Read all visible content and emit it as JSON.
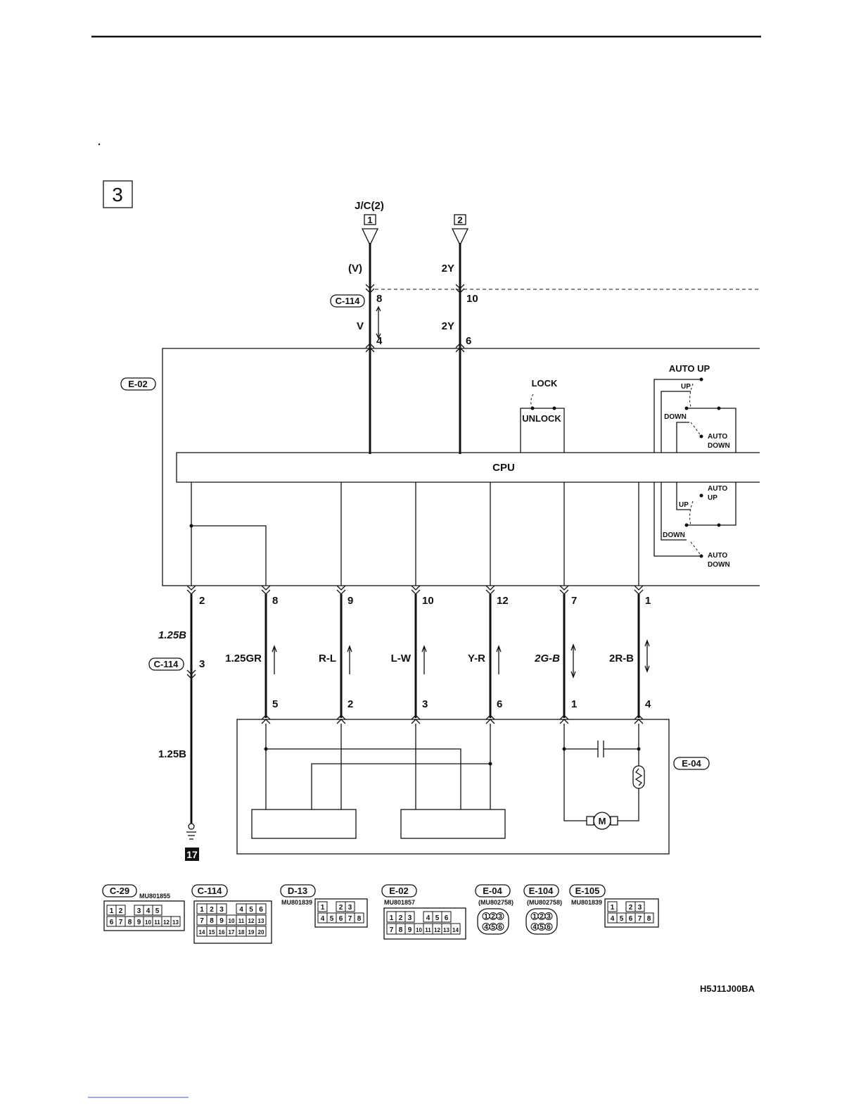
{
  "section_number": "3",
  "junction_label": "J/C(2)",
  "junction_terminals": [
    "1",
    "2"
  ],
  "cpu_label": "CPU",
  "wire_labels": {
    "v_upper": "(V)",
    "y_upper": "2Y",
    "v_lower": "V",
    "y_lower": "2Y",
    "ground_upper": "1.25B",
    "ground_lower": "1.25B",
    "gr": "1.25GR",
    "rl": "R-L",
    "lw": "L-W",
    "yr": "Y-R",
    "gb": "2G-B",
    "rb": "2R-B"
  },
  "pins": {
    "c114_top_left": "8",
    "c114_top_right": "10",
    "e02_top_left": "4",
    "e02_top_right": "6",
    "e02_bottom": [
      "2",
      "8",
      "9",
      "10",
      "12",
      "7",
      "1"
    ],
    "c114_ground": "3",
    "e04_top": [
      "5",
      "2",
      "3",
      "6",
      "1",
      "4"
    ]
  },
  "connectors": {
    "c114_a": "C-114",
    "e02": "E-02",
    "c114_b": "C-114",
    "e04": "E-04"
  },
  "switch_labels": {
    "lock": "LOCK",
    "unlock": "UNLOCK",
    "auto_up_1": "AUTO UP",
    "up_1": "UP",
    "down_1": "DOWN",
    "auto_down_1_a": "AUTO",
    "auto_down_1_b": "DOWN",
    "auto_up_2_a": "AUTO",
    "auto_up_2_b": "UP",
    "up_2": "UP",
    "down_2": "DOWN",
    "auto_down_2_a": "AUTO",
    "auto_down_2_b": "DOWN"
  },
  "ground_point": "17",
  "motor_symbol": "M",
  "connector_legend": [
    {
      "id": "C-29",
      "part": "MU801855",
      "rows": [
        [
          "1",
          "2",
          "",
          "3",
          "4",
          "5"
        ],
        [
          "6",
          "7",
          "8",
          "9",
          "10",
          "11",
          "12",
          "13"
        ]
      ]
    },
    {
      "id": "C-114",
      "part": "",
      "rows": [
        [
          "1",
          "2",
          "3",
          "",
          "4",
          "5",
          "6"
        ],
        [
          "7",
          "8",
          "9",
          "10",
          "11",
          "12",
          "13"
        ],
        [
          "14",
          "15",
          "16",
          "17",
          "18",
          "19",
          "20"
        ]
      ]
    },
    {
      "id": "D-13",
      "part": "MU801839",
      "rows": [
        [
          "1",
          "",
          "2",
          "3"
        ],
        [
          "4",
          "5",
          "6",
          "7",
          "8"
        ]
      ]
    },
    {
      "id": "E-02",
      "part": "MU801857",
      "rows": [
        [
          "1",
          "2",
          "3",
          "",
          "4",
          "5",
          "6"
        ],
        [
          "7",
          "8",
          "9",
          "10",
          "11",
          "12",
          "13",
          "14"
        ]
      ]
    },
    {
      "id": "E-04",
      "part": "(MU802758)",
      "rows": [
        [
          "1",
          "2",
          "3"
        ],
        [
          "4",
          "5",
          "6"
        ]
      ]
    },
    {
      "id": "E-104",
      "part": "(MU802758)",
      "rows": [
        [
          "1",
          "2",
          "3"
        ],
        [
          "4",
          "5",
          "6"
        ]
      ]
    },
    {
      "id": "E-105",
      "part": "MU801839",
      "rows": [
        [
          "1",
          "",
          "2",
          "3"
        ],
        [
          "4",
          "5",
          "6",
          "7",
          "8"
        ]
      ]
    }
  ],
  "drawing_code": "H5J11J00BA"
}
